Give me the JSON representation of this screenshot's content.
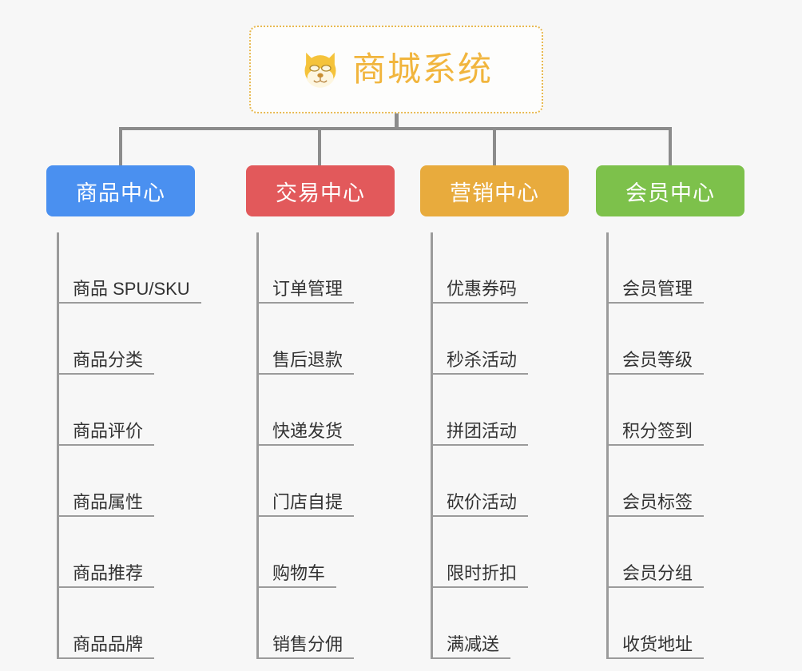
{
  "root": {
    "title": "商城系统",
    "icon": "dog-face-icon",
    "border_color": "#e8b951",
    "text_color": "#f1b53d"
  },
  "connector_color": "#8c8c8c",
  "columns": [
    {
      "id": "product-center",
      "title": "商品中心",
      "color": "#4a90f0",
      "items": [
        "商品 SPU/SKU",
        "商品分类",
        "商品评价",
        "商品属性",
        "商品推荐",
        "商品品牌"
      ]
    },
    {
      "id": "trade-center",
      "title": "交易中心",
      "color": "#e2595b",
      "items": [
        "订单管理",
        "售后退款",
        "快递发货",
        "门店自提",
        "购物车",
        "销售分佣"
      ]
    },
    {
      "id": "marketing-center",
      "title": "营销中心",
      "color": "#e8ab3d",
      "items": [
        "优惠券码",
        "秒杀活动",
        "拼团活动",
        "砍价活动",
        "限时折扣",
        "满减送"
      ]
    },
    {
      "id": "member-center",
      "title": "会员中心",
      "color": "#78c martin",
      "items": [
        "会员管理",
        "会员等级",
        "积分签到",
        "会员标签",
        "会员分组",
        "收货地址"
      ]
    }
  ]
}
